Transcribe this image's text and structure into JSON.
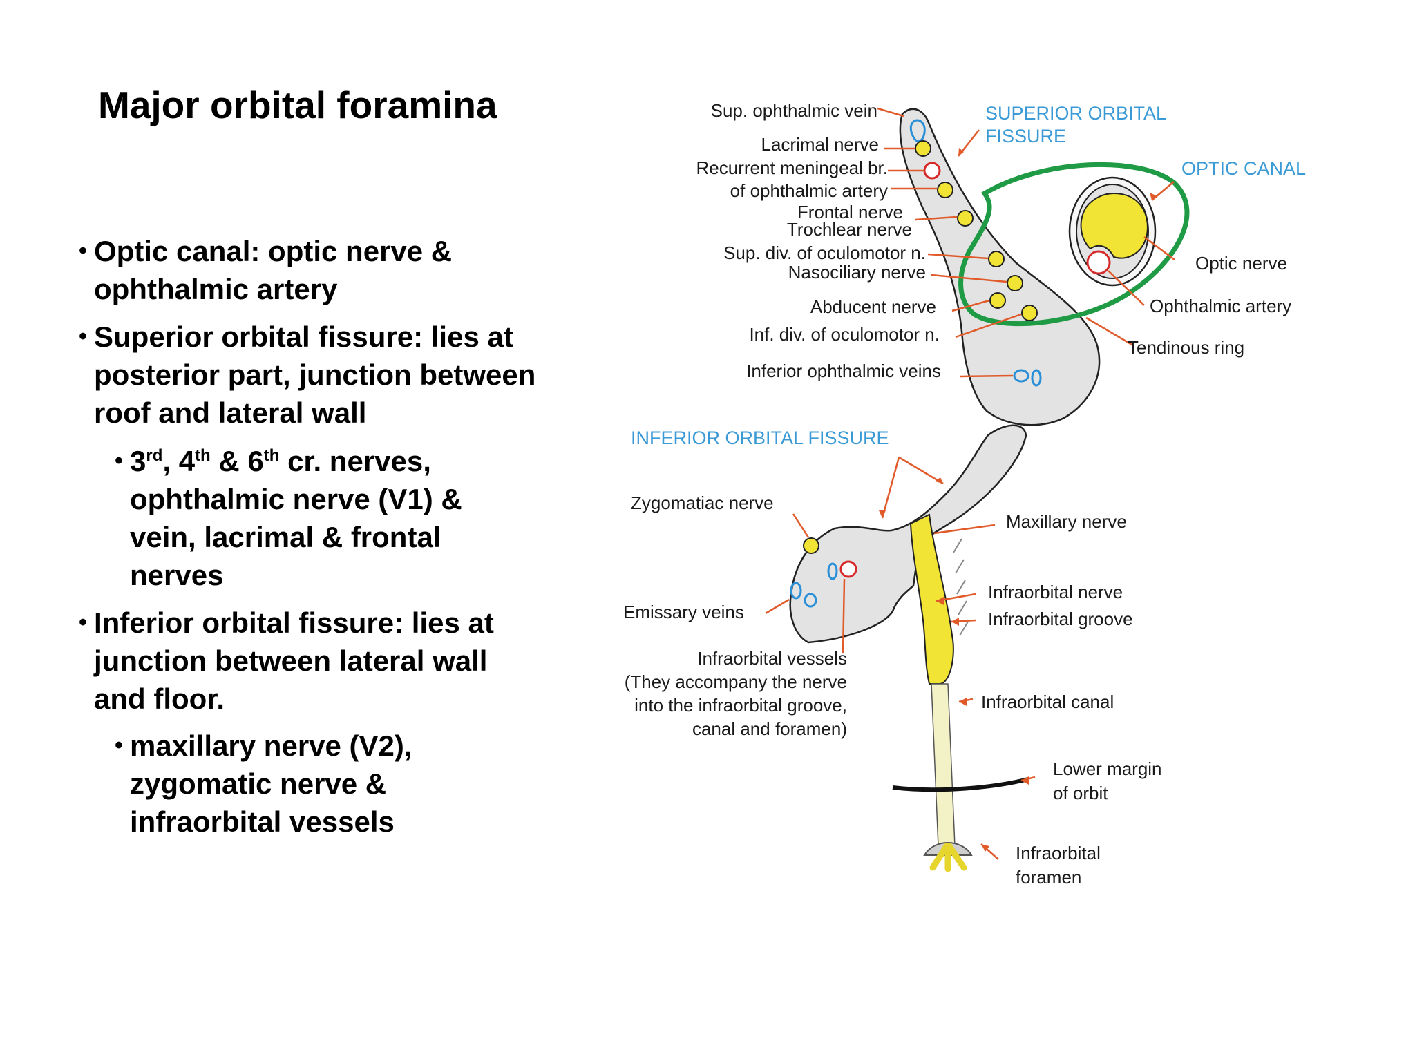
{
  "title": "Major orbital foramina",
  "bullets": {
    "b1": "Optic canal: optic nerve & ophthalmic artery",
    "b2": "Superior orbital fissure: lies at posterior part, junction between roof and lateral wall",
    "b3": {
      "n1": "3",
      "s1": "rd",
      "t1": ", 4",
      "s2": "th",
      "t2": " & 6",
      "s3": "th",
      "rest": " cr. nerves, ophthalmic nerve (V1) & vein, lacrimal & frontal nerves"
    },
    "b4": "Inferior orbital fissure: lies at junction between lateral wall and floor.",
    "b5": "maxillary nerve (V2), zygomatic nerve & infraorbital vessels"
  },
  "diagram": {
    "headings": {
      "sof1": "SUPERIOR ORBITAL",
      "sof2": "FISSURE",
      "optic_canal": "OPTIC CANAL",
      "iof": "INFERIOR ORBITAL FISSURE"
    },
    "labels": {
      "sup_oph_vein": "Sup. ophthalmic vein",
      "lacrimal": "Lacrimal nerve",
      "rec_men1": "Recurrent meningeal br.",
      "rec_men2": "of ophthalmic artery",
      "frontal": "Frontal nerve",
      "trochlear": "Trochlear nerve",
      "sup_div": "Sup. div. of oculomotor n.",
      "nasociliary": "Nasociliary nerve",
      "abducent": "Abducent nerve",
      "inf_div": "Inf. div. of oculomotor n.",
      "inf_oph": "Inferior ophthalmic veins",
      "optic_nerve": "Optic nerve",
      "oph_artery": "Ophthalmic artery",
      "tendinous": "Tendinous ring",
      "zygomatic": "Zygomatiac nerve",
      "maxillary": "Maxillary nerve",
      "emissary": "Emissary veins",
      "io_nerve": "Infraorbital nerve",
      "io_groove": "Infraorbital groove",
      "io_vessels1": "Infraorbital vessels",
      "io_vessels2": "(They accompany the nerve",
      "io_vessels3": "into the infraorbital groove,",
      "io_vessels4": "canal and foramen)",
      "io_canal": "Infraorbital canal",
      "lower_margin1": "Lower margin",
      "lower_margin2": "of orbit",
      "io_foramen1": "Infraorbital",
      "io_foramen2": "foramen"
    }
  },
  "colors": {
    "heading_blue": "#3a9ad6",
    "leader_orange": "#e05a2a",
    "ring_green": "#1f9a45",
    "nerve_yellow": "#f2e435",
    "artery_red": "#d62a2a",
    "vein_blue": "#2a8fd6",
    "fissure_gray": "#e3e3e3"
  }
}
